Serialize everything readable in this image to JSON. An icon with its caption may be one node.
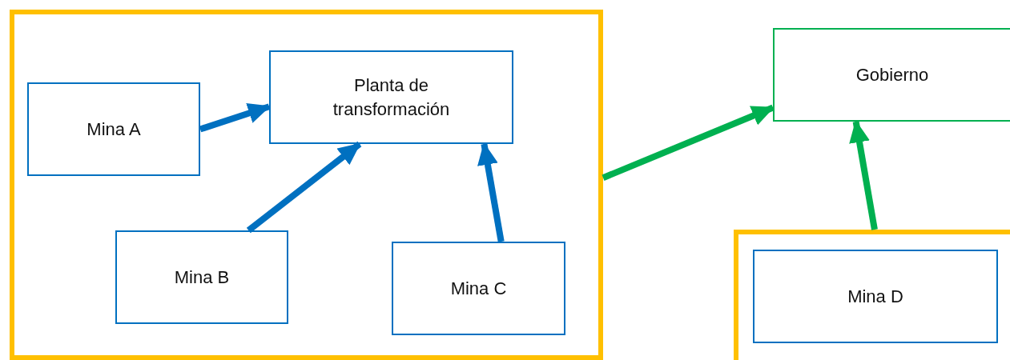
{
  "diagram": {
    "nodes": [
      {
        "text": [],
        "shape": "box"
      },
      {
        "text": [
          "Planta de transformación"
        ],
        "in": 0
      },
      {
        "text": [
          "Mina A"
        ],
        "in": 0
      },
      {
        "text": [
          "Mina B"
        ],
        "in": 0
      },
      {
        "text": [
          "Mina C"
        ],
        "in": 0
      },
      {
        "text": [
          "Gobierno"
        ]
      },
      {
        "text": [],
        "shape": "box"
      },
      {
        "text": [
          "Mina D"
        ],
        "in": 6
      }
    ],
    "edges": [
      {
        "from": 2,
        "to": 1,
        "arrow": "to"
      },
      {
        "from": 3,
        "to": 1,
        "arrow": "to"
      },
      {
        "from": 4,
        "to": 1,
        "arrow": "to"
      },
      {
        "from": 0,
        "to": 5,
        "arrow": "to",
        "color": "#00b050"
      },
      {
        "from": 6,
        "to": 5,
        "arrow": "to",
        "color": "#00b050"
      }
    ]
  }
}
